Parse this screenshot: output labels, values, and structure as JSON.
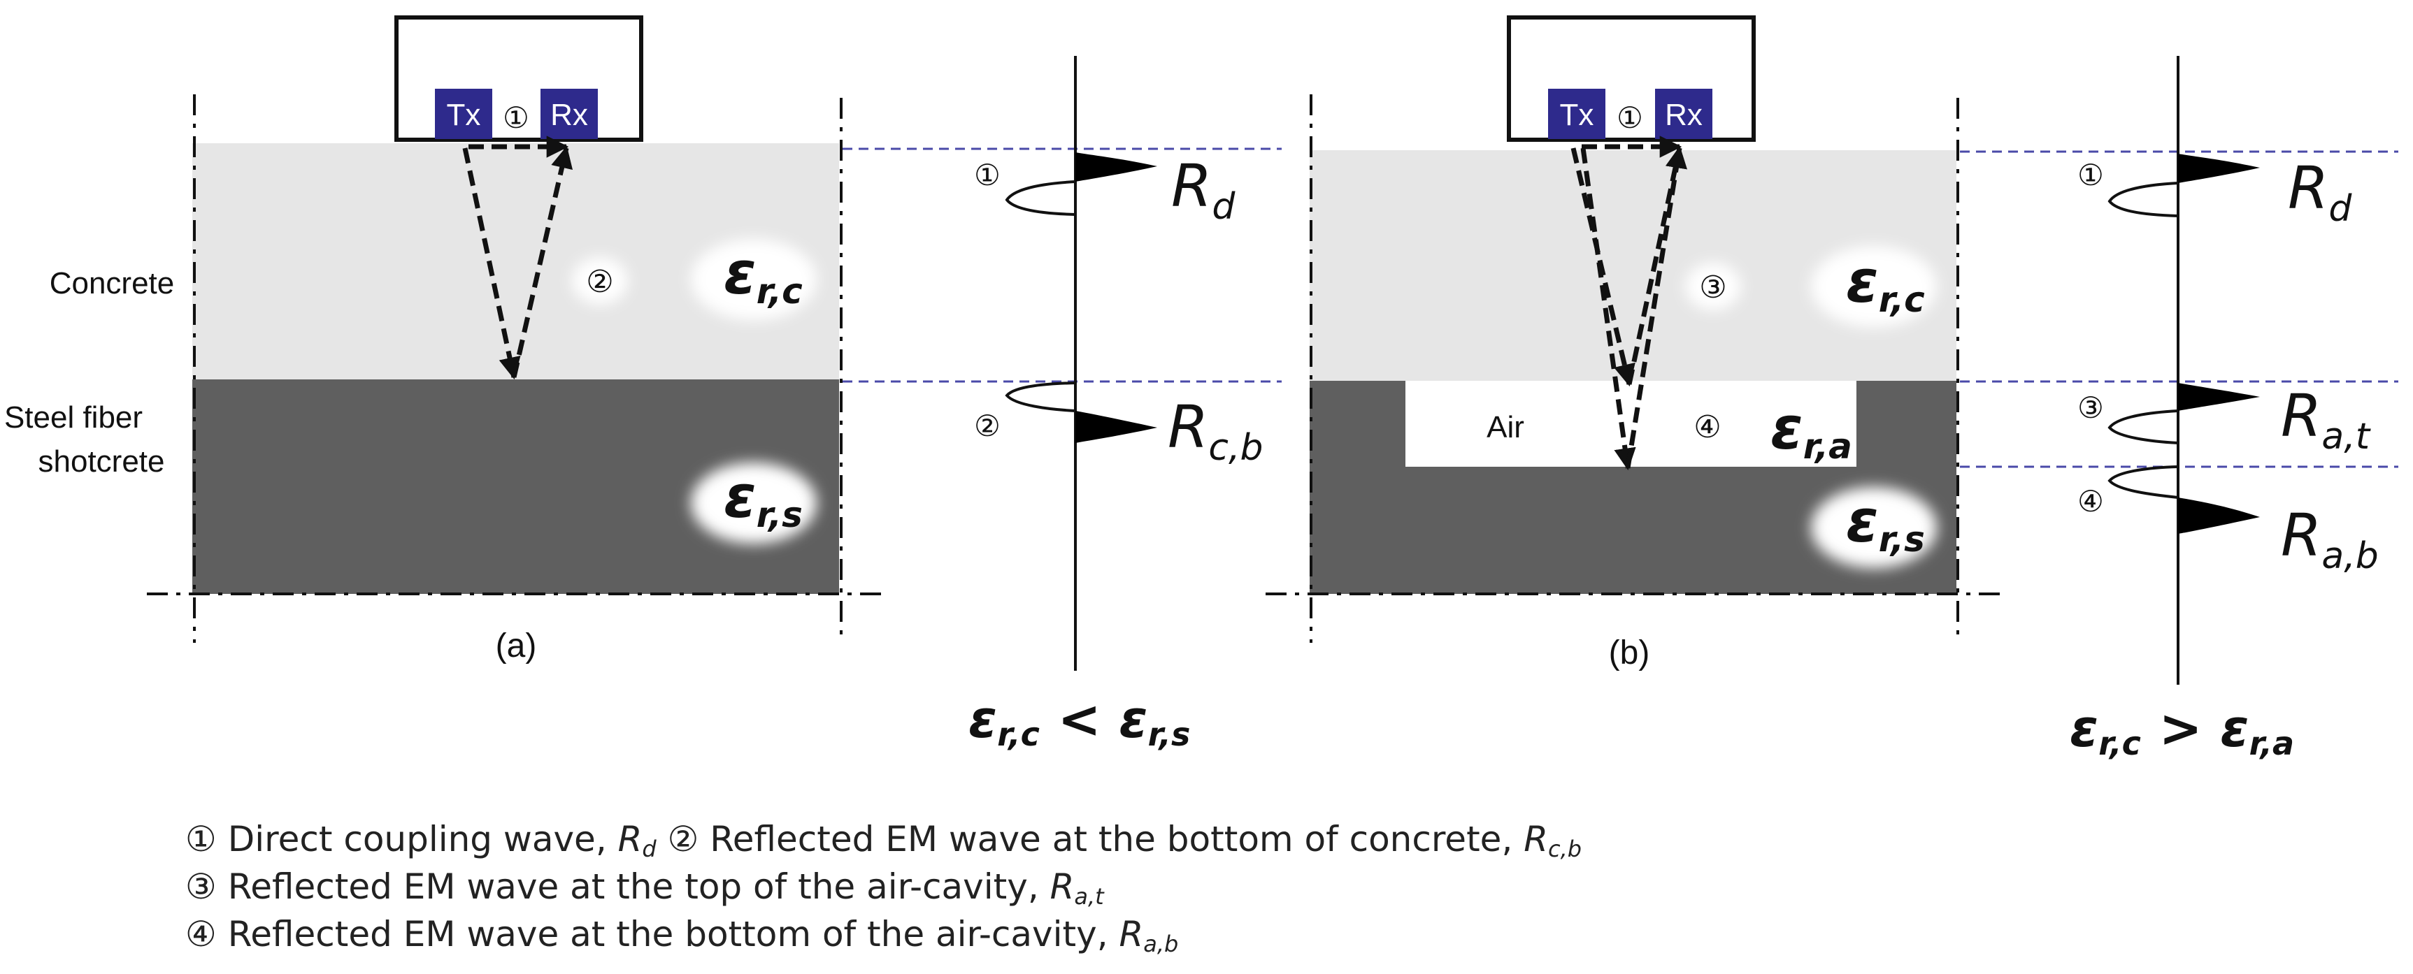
{
  "panel_a": {
    "caption": "(a)",
    "tx": "Tx",
    "rx": "Rx",
    "path1_marker": "①",
    "path2_marker": "②",
    "layer_concrete_label": "Concrete",
    "layer_steel_label_line1": "Steel fiber",
    "layer_steel_label_line2": "shotcrete",
    "eps_concrete": {
      "base": "ε",
      "sub": "r,c"
    },
    "eps_steel": {
      "base": "ε",
      "sub": "r,s"
    },
    "trace_marker_1": "①",
    "trace_marker_2": "②",
    "trace_label_1": {
      "base": "R",
      "sub": "d"
    },
    "trace_label_2": {
      "base": "R",
      "sub": "c,b"
    },
    "relation": {
      "left": "ε",
      "left_sub": "r,c",
      "op": " < ",
      "right": "ε",
      "right_sub": "r,s"
    }
  },
  "panel_b": {
    "caption": "(b)",
    "tx": "Tx",
    "rx": "Rx",
    "path1_marker": "①",
    "path3_marker": "③",
    "path4_marker": "④",
    "air_label": "Air",
    "eps_concrete": {
      "base": "ε",
      "sub": "r,c"
    },
    "eps_air": {
      "base": "ε",
      "sub": "r,a"
    },
    "eps_steel": {
      "base": "ε",
      "sub": "r,s"
    },
    "trace_marker_1": "①",
    "trace_marker_3": "③",
    "trace_marker_4": "④",
    "trace_label_1": {
      "base": "R",
      "sub": "d"
    },
    "trace_label_3": {
      "base": "R",
      "sub": "a,t"
    },
    "trace_label_4": {
      "base": "R",
      "sub": "a,b"
    },
    "relation": {
      "left": "ε",
      "left_sub": "r,c",
      "op": " > ",
      "right": "ε",
      "right_sub": "r,a"
    }
  },
  "legend": {
    "line1": {
      "m1": "①",
      "t1": " Direct coupling wave, ",
      "s1": "R",
      "s1_sub": "d",
      "m2": " ②",
      "t2": " Reflected EM wave at the bottom of concrete, ",
      "s2": "R",
      "s2_sub": "c,b"
    },
    "line2": {
      "m": "③",
      "t": " Reflected EM wave at the top of the air-cavity, ",
      "s": "R",
      "s_sub": "a,t"
    },
    "line3": {
      "m": "④",
      "t": " Reflected EM wave at the bottom of the air-cavity, ",
      "s": "R",
      "s_sub": "a,b"
    }
  },
  "colors": {
    "concrete": "#e6e6e6",
    "steel_fiber_shotcrete": "#5f5f5f",
    "antenna": "#2e2a8c",
    "interface_dash": "#4a4aa8"
  }
}
